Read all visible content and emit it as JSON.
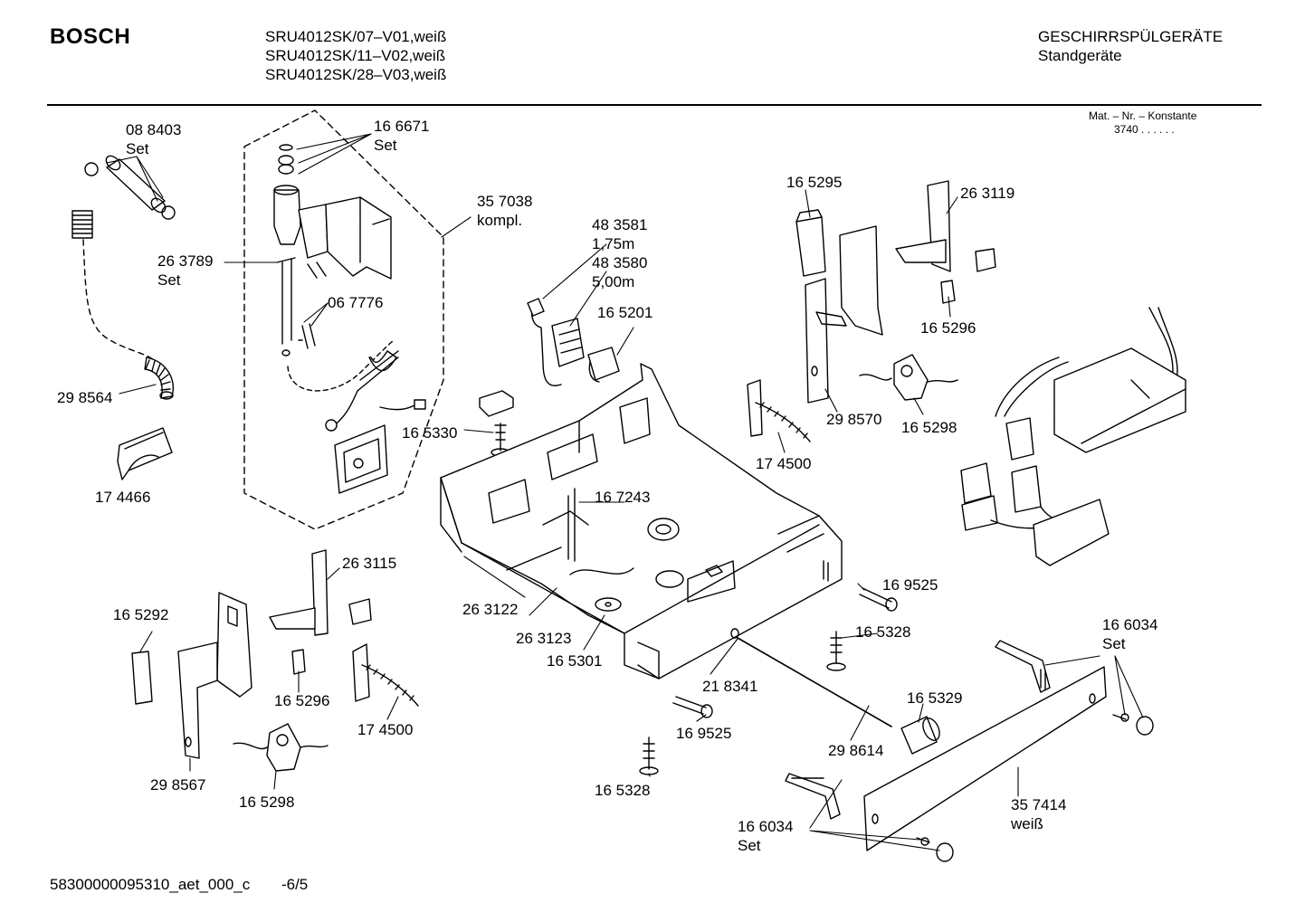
{
  "header": {
    "brand": "BOSCH",
    "models": [
      "SRU4012SK/07–V01,weiß",
      "SRU4012SK/11–V02,weiß",
      "SRU4012SK/28–V03,weiß"
    ],
    "category_title": "GESCHIRRSPÜLGERÄTE",
    "category_subtitle": "Standgeräte",
    "mat_label": "Mat. – Nr. – Konstante",
    "mat_value": "3740 . . . . . ."
  },
  "parts": [
    {
      "id": "p01",
      "lines": [
        "08 8403",
        "Set"
      ]
    },
    {
      "id": "p02",
      "lines": [
        "16 6671",
        "Set"
      ]
    },
    {
      "id": "p03",
      "lines": [
        "35 7038",
        "kompl."
      ]
    },
    {
      "id": "p04",
      "lines": [
        "26 3789",
        "Set"
      ]
    },
    {
      "id": "p05",
      "lines": [
        "06 7776"
      ]
    },
    {
      "id": "p06",
      "lines": [
        "29 8564"
      ]
    },
    {
      "id": "p07",
      "lines": [
        "17 4466"
      ]
    },
    {
      "id": "p08",
      "lines": [
        "48 3581",
        "1,75m",
        "48 3580",
        "5,00m"
      ]
    },
    {
      "id": "p09",
      "lines": [
        "16 5201"
      ]
    },
    {
      "id": "p10",
      "lines": [
        "16 5330"
      ]
    },
    {
      "id": "p11",
      "lines": [
        "16 5295"
      ]
    },
    {
      "id": "p12",
      "lines": [
        "26 3119"
      ]
    },
    {
      "id": "p13",
      "lines": [
        "16 5296"
      ]
    },
    {
      "id": "p14",
      "lines": [
        "29 8570"
      ]
    },
    {
      "id": "p15",
      "lines": [
        "16 5298"
      ]
    },
    {
      "id": "p16",
      "lines": [
        "17 4500"
      ]
    },
    {
      "id": "p17",
      "lines": [
        "16 7243"
      ]
    },
    {
      "id": "p18",
      "lines": [
        "26 3115"
      ]
    },
    {
      "id": "p19",
      "lines": [
        "16 5292"
      ]
    },
    {
      "id": "p20",
      "lines": [
        "16 5296"
      ]
    },
    {
      "id": "p21",
      "lines": [
        "17 4500"
      ]
    },
    {
      "id": "p22",
      "lines": [
        "29 8567"
      ]
    },
    {
      "id": "p23",
      "lines": [
        "16 5298"
      ]
    },
    {
      "id": "p24",
      "lines": [
        "26 3122"
      ]
    },
    {
      "id": "p25",
      "lines": [
        "26 3123"
      ]
    },
    {
      "id": "p26",
      "lines": [
        "16 5301"
      ]
    },
    {
      "id": "p27",
      "lines": [
        "21 8341"
      ]
    },
    {
      "id": "p28",
      "lines": [
        "16 9525"
      ]
    },
    {
      "id": "p29",
      "lines": [
        "16 9525"
      ]
    },
    {
      "id": "p30",
      "lines": [
        "16 5328"
      ]
    },
    {
      "id": "p31",
      "lines": [
        "16 5328"
      ]
    },
    {
      "id": "p32",
      "lines": [
        "16 5329"
      ]
    },
    {
      "id": "p33",
      "lines": [
        "29 8614"
      ]
    },
    {
      "id": "p34",
      "lines": [
        "16 6034",
        "Set"
      ]
    },
    {
      "id": "p35",
      "lines": [
        "16 6034",
        "Set"
      ]
    },
    {
      "id": "p36",
      "lines": [
        "35 7414",
        "weiß"
      ]
    }
  ],
  "footer": {
    "doc_id": "58300000095310_aet_000_c",
    "page": "-6/5"
  }
}
